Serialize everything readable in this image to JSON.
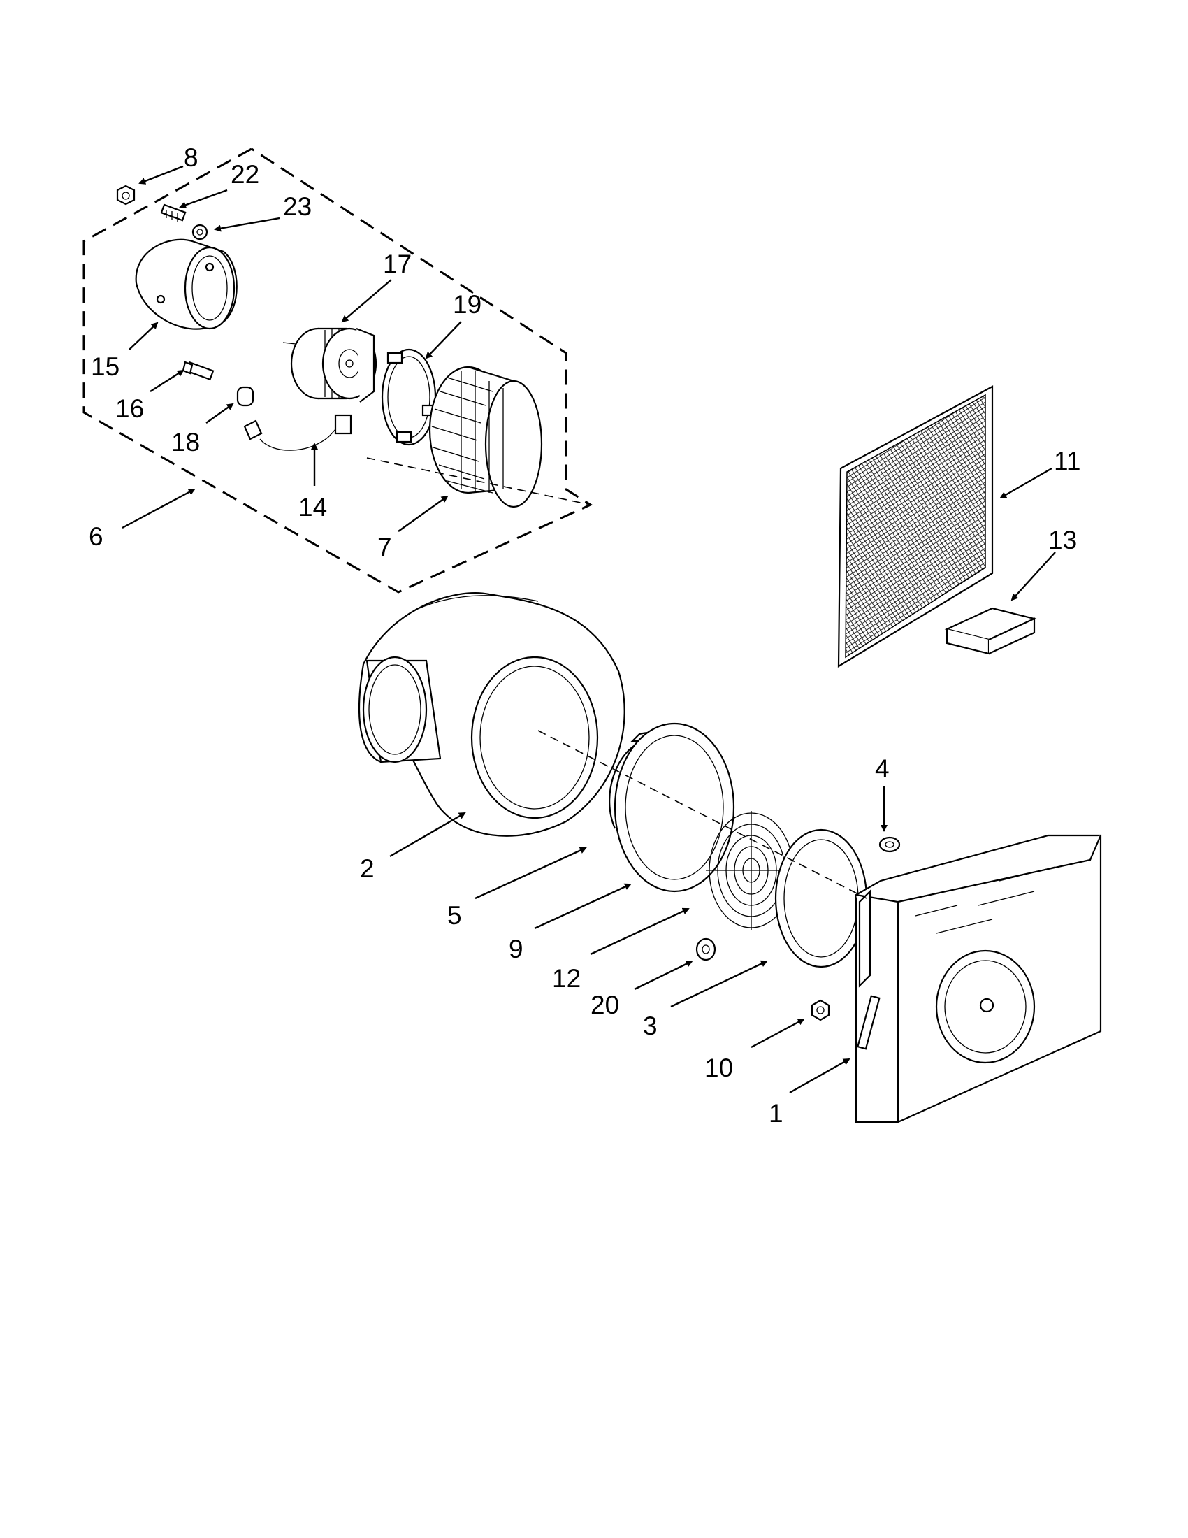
{
  "diagram": {
    "callouts": [
      {
        "id": "1",
        "label": "1"
      },
      {
        "id": "2",
        "label": "2"
      },
      {
        "id": "3",
        "label": "3"
      },
      {
        "id": "4",
        "label": "4"
      },
      {
        "id": "5",
        "label": "5"
      },
      {
        "id": "6",
        "label": "6"
      },
      {
        "id": "7",
        "label": "7"
      },
      {
        "id": "8",
        "label": "8"
      },
      {
        "id": "9",
        "label": "9"
      },
      {
        "id": "10",
        "label": "10"
      },
      {
        "id": "11",
        "label": "11"
      },
      {
        "id": "12",
        "label": "12"
      },
      {
        "id": "13",
        "label": "13"
      },
      {
        "id": "14",
        "label": "14"
      },
      {
        "id": "15",
        "label": "15"
      },
      {
        "id": "16",
        "label": "16"
      },
      {
        "id": "17",
        "label": "17"
      },
      {
        "id": "18",
        "label": "18"
      },
      {
        "id": "19",
        "label": "19"
      },
      {
        "id": "20",
        "label": "20"
      },
      {
        "id": "22",
        "label": "22"
      },
      {
        "id": "23",
        "label": "23"
      }
    ],
    "colors": {
      "ink": "#000000",
      "paper": "#ffffff",
      "shade": "#cfcfcf"
    }
  }
}
